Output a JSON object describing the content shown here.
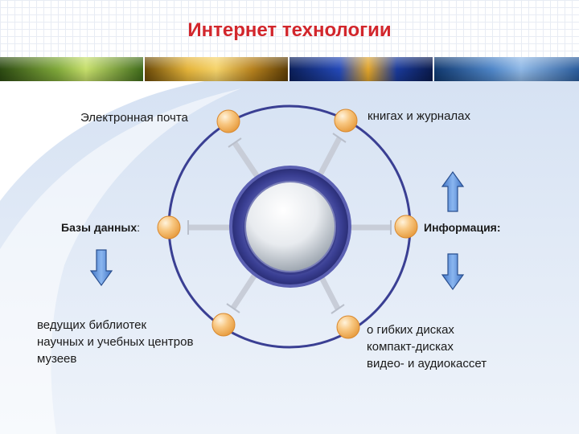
{
  "title": "Интернет технологии",
  "labels": {
    "email": "Электронная почта",
    "books": "книгах  и журналах",
    "databases": "Базы данных",
    "databases_colon": ":",
    "information": "Информация:",
    "libraries": [
      "ведущих библиотек",
      "научных и учебных центров",
      "музеев"
    ],
    "media": [
      "о гибких дисках",
      "компакт-дисках",
      "видео- и аудиокассет"
    ]
  },
  "colors": {
    "title": "#d2262c",
    "ring": "#3a3f93",
    "node": "#f4b563",
    "arrow": "#5b8fd8"
  }
}
